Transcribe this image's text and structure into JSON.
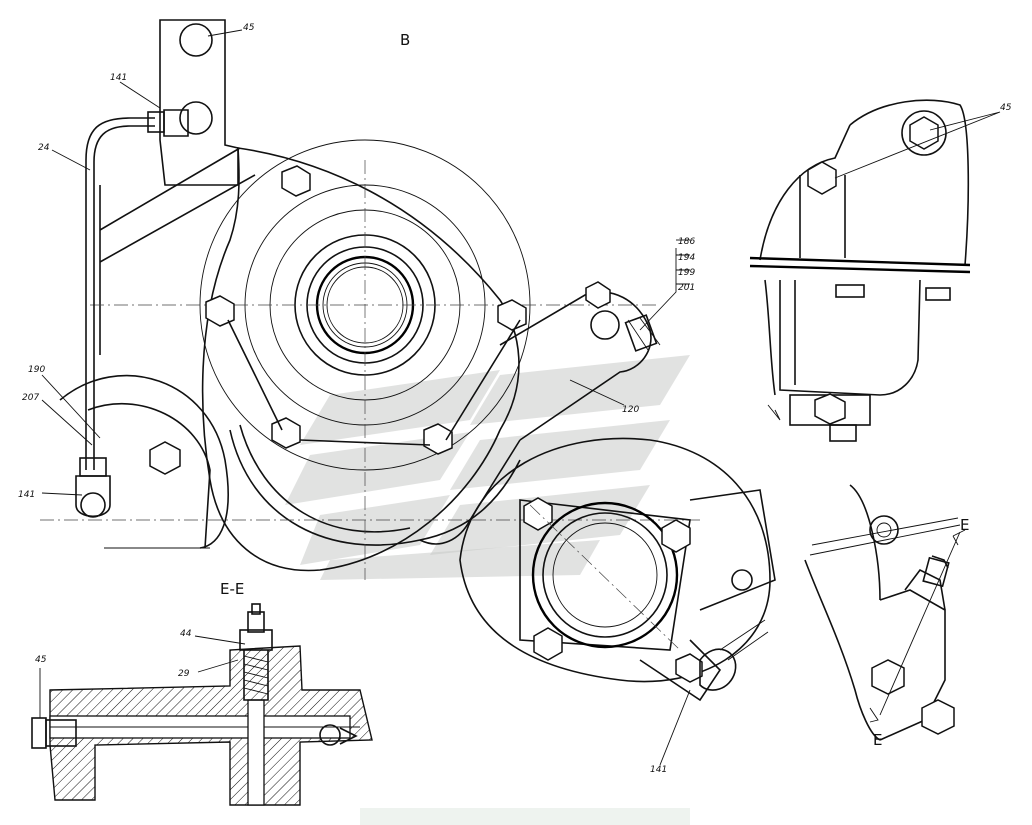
{
  "view_label": "В",
  "section_title": "Е-Е",
  "section_mark": "Е",
  "callouts": {
    "c45_top": "45",
    "c141_top": "141",
    "c24": "24",
    "c190": "190",
    "c207": "207",
    "c141_left": "141",
    "c186": "186",
    "c194": "194",
    "c199": "199",
    "c201": "201",
    "c120": "120",
    "c45_right": "45",
    "c44": "44",
    "c29": "29",
    "c45_section": "45",
    "c141_bottom": "141"
  }
}
